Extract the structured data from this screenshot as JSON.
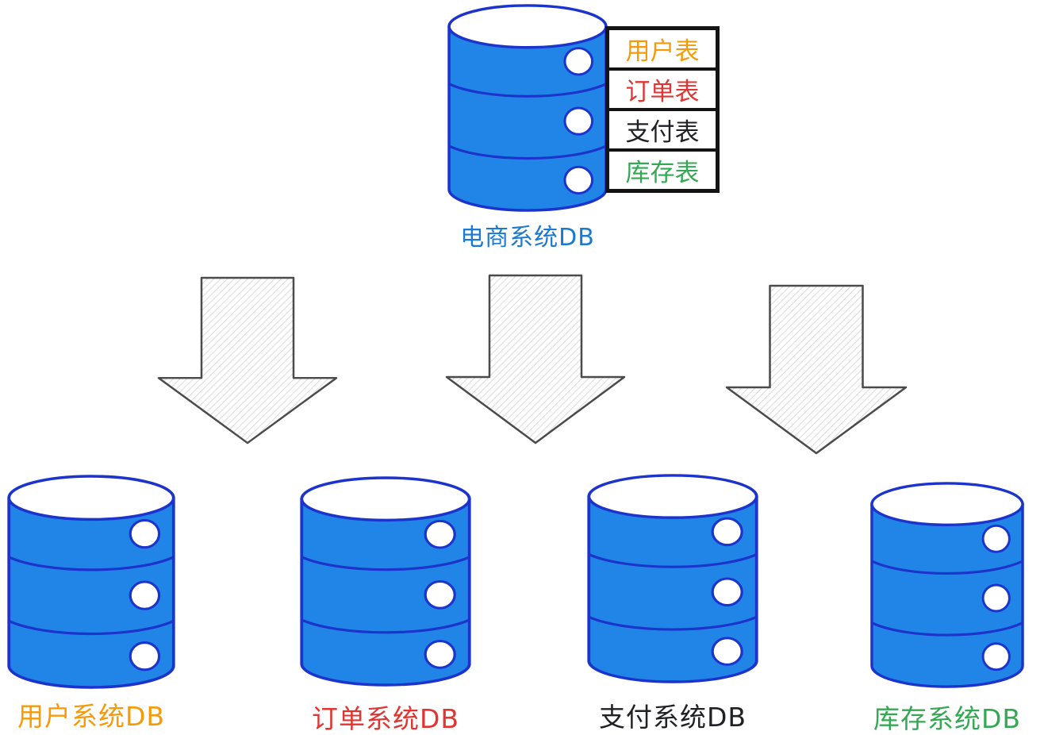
{
  "colors": {
    "cylinder_fill": "#2085e6",
    "cylinder_stroke": "#1c33cc",
    "hatch_line": "#d6d6d6",
    "arrow_outline": "#4b4b4b",
    "table_border": "#141414"
  },
  "source": {
    "db_label": "电商系统DB",
    "db_label_color": "#1a7ad0",
    "tables": [
      {
        "name": "用户表",
        "color": "#f59b0b"
      },
      {
        "name": "订单表",
        "color": "#e03532"
      },
      {
        "name": "支付表",
        "color": "#202124"
      },
      {
        "name": "库存表",
        "color": "#34a853"
      }
    ]
  },
  "targets": [
    {
      "name": "用户系统DB",
      "color": "#f59b0b"
    },
    {
      "name": "订单系统DB",
      "color": "#e03532"
    },
    {
      "name": "支付系统DB",
      "color": "#202124"
    },
    {
      "name": "库存系统DB",
      "color": "#34a853"
    }
  ],
  "arrow_count": "3"
}
